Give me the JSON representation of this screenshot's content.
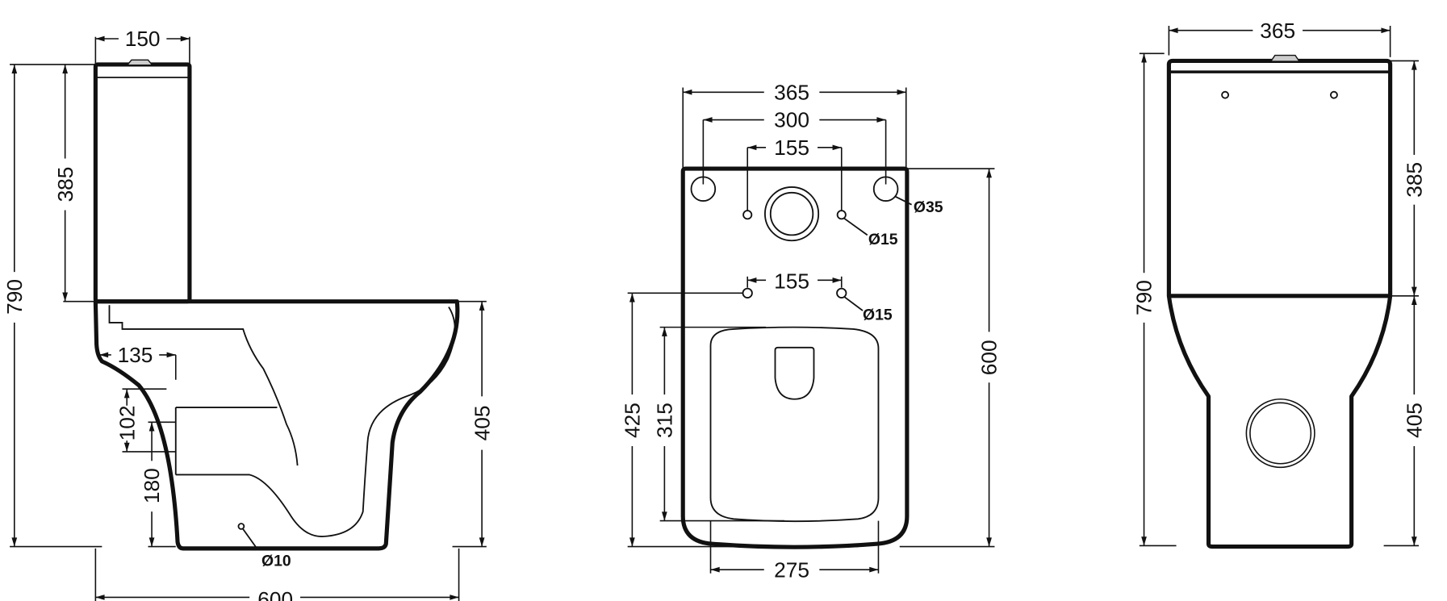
{
  "side_view": {
    "tank_width": "150",
    "total_height": "790",
    "tank_height": "385",
    "bowl_height": "405",
    "depth": "600",
    "outlet_offset": "135",
    "outlet_span": "102",
    "outlet_height": "180",
    "hole_diameter": "Ø10"
  },
  "rear_view": {
    "width": "365",
    "bolt_spacing": "300",
    "top_hole_spacing": "155",
    "bolt_hole_diameter": "Ø35",
    "top_hole_diameter": "Ø15",
    "seat_hole_spacing": "155",
    "seat_hole_diameter": "Ø15",
    "seat_hole_height": "425",
    "seat_length": "315",
    "length": "600",
    "seat_width": "275"
  },
  "front_view": {
    "width": "365",
    "total_height": "790",
    "tank_height": "385",
    "bowl_height": "405"
  }
}
